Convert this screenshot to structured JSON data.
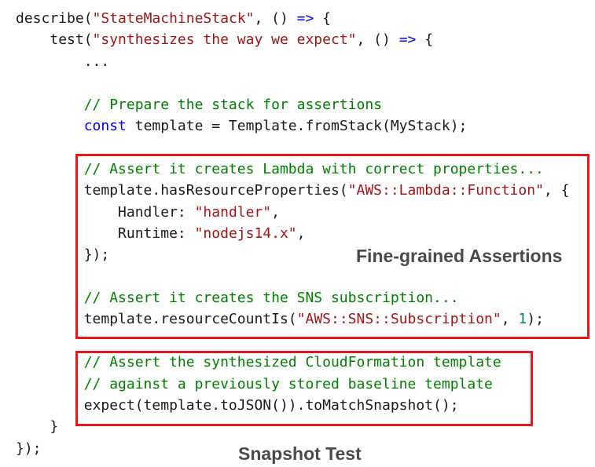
{
  "code": {
    "l1": {
      "a": "describe(",
      "b": "\"StateMachineStack\"",
      "c": ", () ",
      "d": "=>",
      "e": " {"
    },
    "l2": {
      "a": "test(",
      "b": "\"synthesizes the way we expect\"",
      "c": ", () ",
      "d": "=>",
      "e": " {"
    },
    "l3": {
      "a": "..."
    },
    "l5": {
      "a": "// Prepare the stack for assertions"
    },
    "l6": {
      "kw": "const",
      "a": " template = Template.fromStack(MyStack);"
    },
    "l8": {
      "a": "// Assert it creates Lambda with correct properties..."
    },
    "l9": {
      "a": "template.hasResourceProperties(",
      "b": "\"AWS::Lambda::Function\"",
      "c": ", {"
    },
    "l10": {
      "a": "Handler: ",
      "b": "\"handler\"",
      "c": ","
    },
    "l11": {
      "a": "Runtime: ",
      "b": "\"nodejs14.x\"",
      "c": ","
    },
    "l12": {
      "a": "});"
    },
    "l14": {
      "a": "// Assert it creates the SNS subscription..."
    },
    "l15": {
      "a": "template.resourceCountIs(",
      "b": "\"AWS::SNS::Subscription\"",
      "c": ", ",
      "d": "1",
      "e": ");"
    },
    "l17": {
      "a": "// Assert the synthesized CloudFormation template"
    },
    "l18": {
      "a": "// against a previously stored baseline template"
    },
    "l19": {
      "a": "expect(template.toJSON()).toMatchSnapshot();"
    },
    "l20": {
      "a": "}"
    },
    "l21": {
      "a": "});"
    }
  },
  "labels": {
    "fine_grained": "Fine-grained Assertions",
    "snapshot": "Snapshot Test"
  },
  "colors": {
    "box_border": "#e8171c",
    "string": "#a31515",
    "keyword": "#0000ff",
    "comment": "#008000",
    "label_text": "#4a4a4a"
  }
}
